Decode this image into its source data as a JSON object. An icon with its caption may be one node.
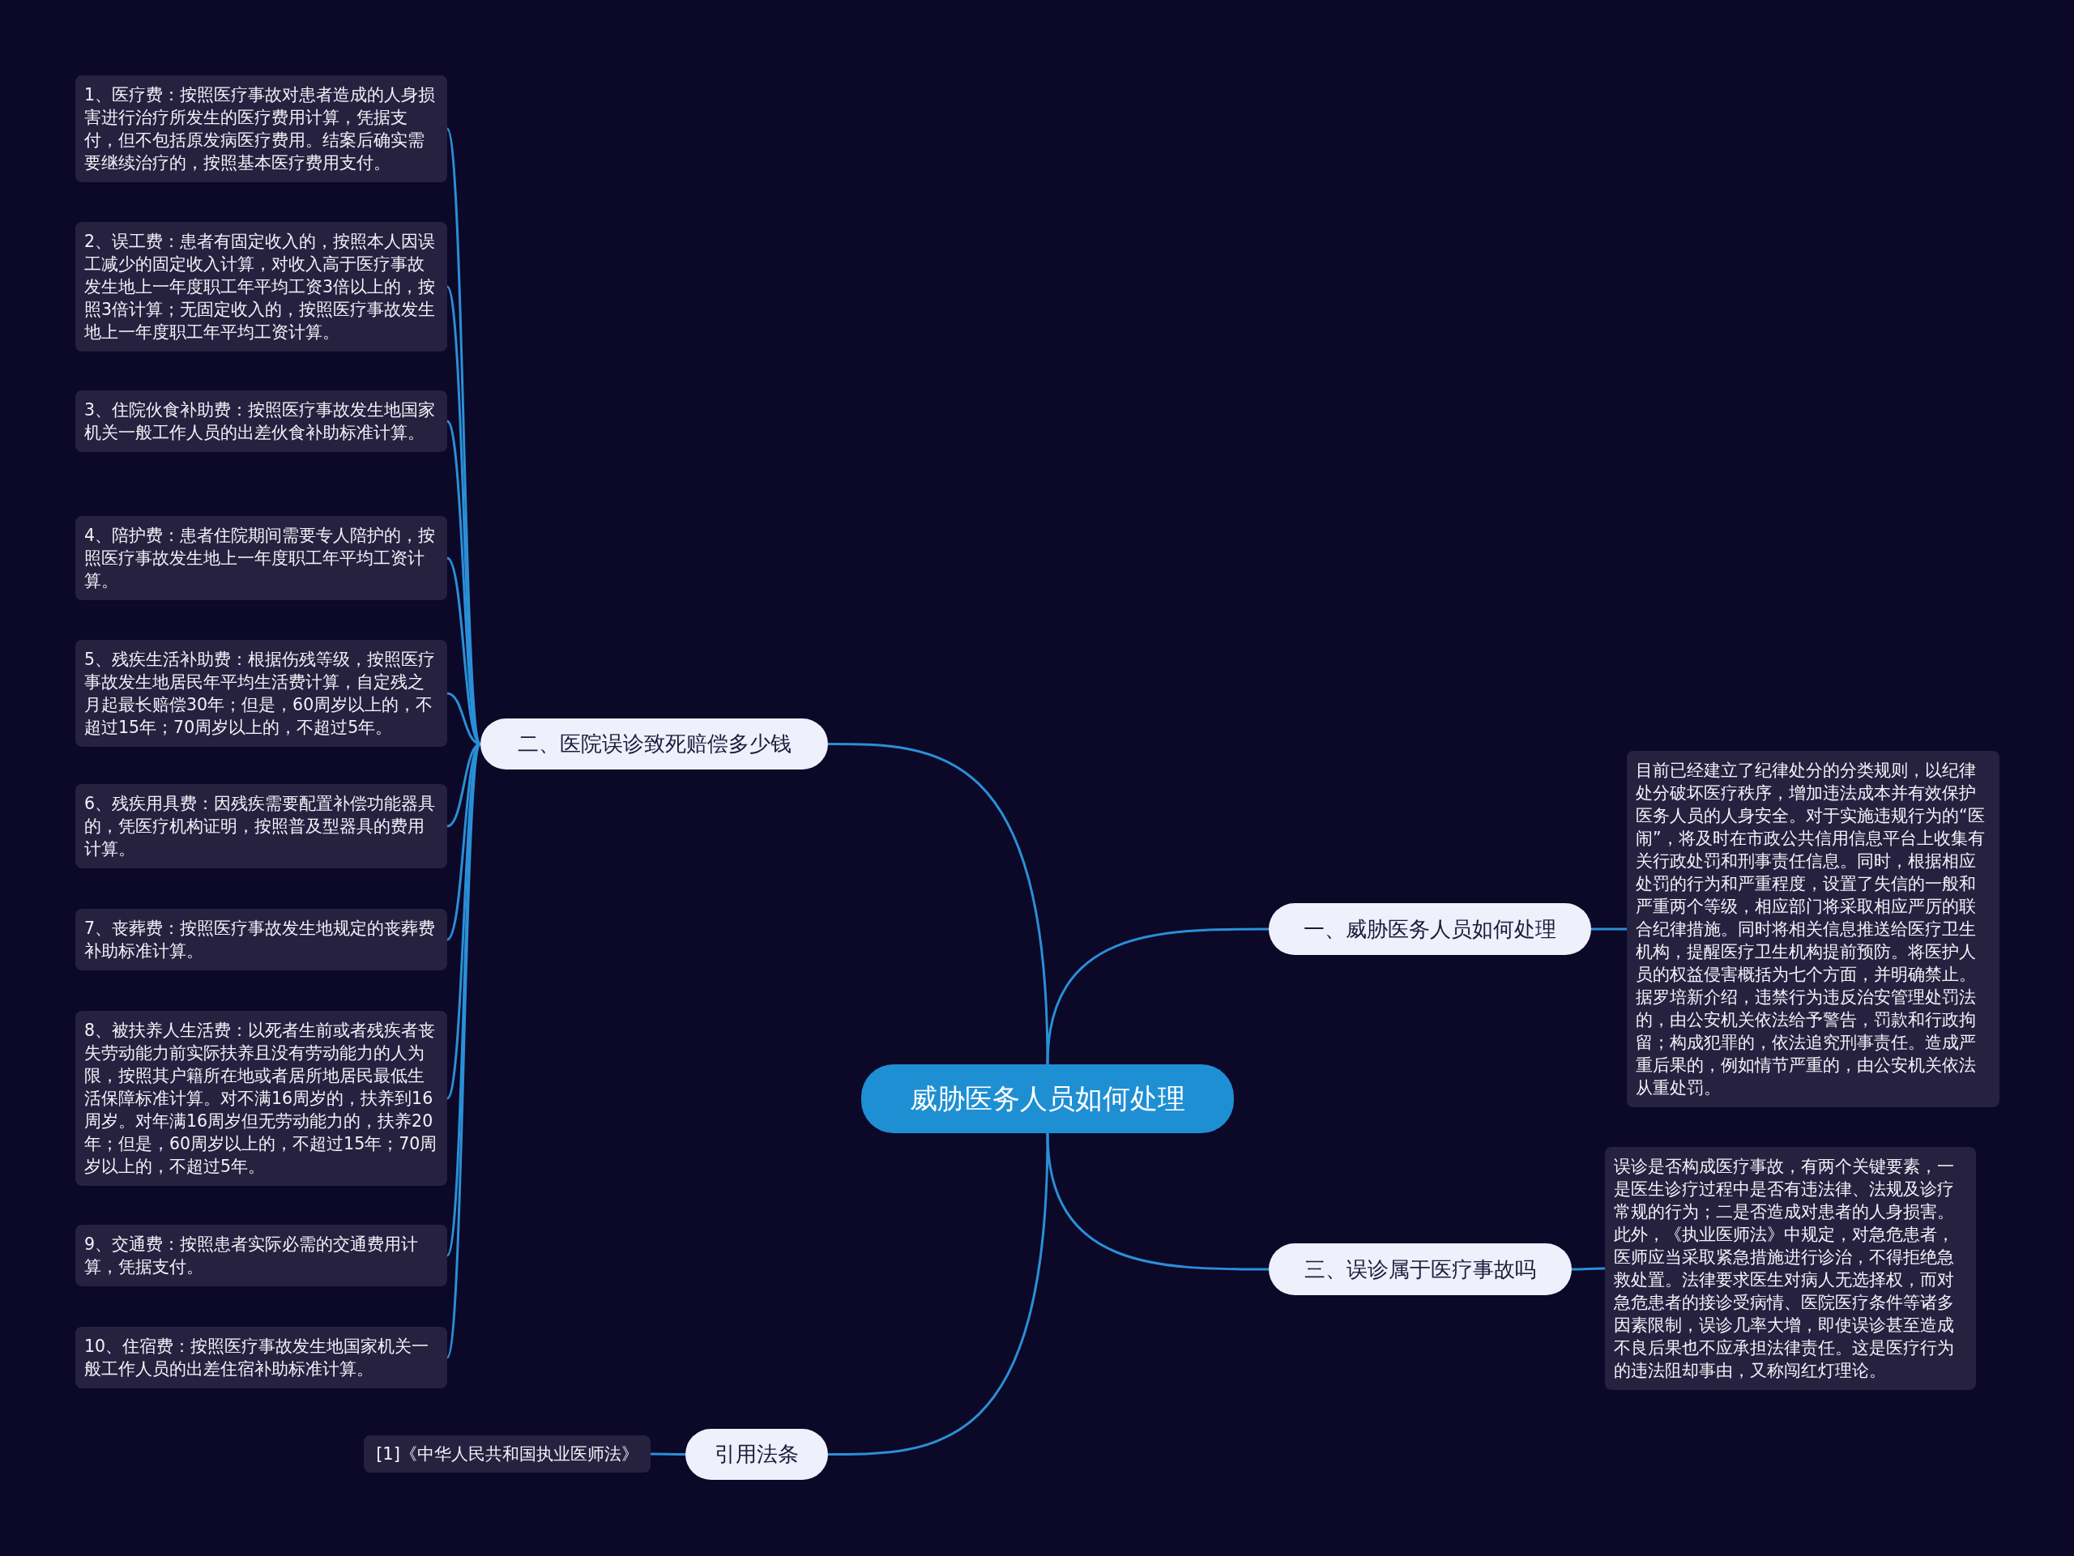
{
  "diagram": {
    "nodes": [
      {
        "text": [
          "威胁医务人员如何处理"
        ]
      },
      {
        "text": [
          "二、医院误诊致死赔偿多少钱"
        ]
      },
      {
        "text": [
          "1、医疗费：按照医疗事故对患者造成的人身损害进行治疗所发生的医疗费用计算，凭据支付，但不包括原发病医疗费用。结案后确实需要继续治疗的，按照基本医疗费用支付。"
        ]
      },
      {
        "text": [
          "2、误工费：患者有固定收入的，按照本人因误工减少的固定收入计算，对收入高于医疗事故发生地上一年度职工年平均工资3倍以上的，按照3倍计算；无固定收入的，按照医疗事故发生地上一年度职工年平均工资计算。"
        ]
      },
      {
        "text": [
          "3、住院伙食补助费：按照医疗事故发生地国家机关一般工作人员的出差伙食补助标准计算。"
        ]
      },
      {
        "text": [
          "4、陪护费：患者住院期间需要专人陪护的，按照医疗事故发生地上一年度职工年平均工资计算。"
        ]
      },
      {
        "text": [
          "5、残疾生活补助费：根据伤残等级，按照医疗事故发生地居民年平均生活费计算，自定残之月起最长赔偿30年；但是，60周岁以上的，不超过15年；70周岁以上的，不超过5年。"
        ]
      },
      {
        "text": [
          "6、残疾用具费：因残疾需要配置补偿功能器具的，凭医疗机构证明，按照普及型器具的费用计算。"
        ]
      },
      {
        "text": [
          "7、丧葬费：按照医疗事故发生地规定的丧葬费补助标准计算。"
        ]
      },
      {
        "text": [
          "8、被扶养人生活费：以死者生前或者残疾者丧失劳动能力前实际扶养且没有劳动能力的人为限，按照其户籍所在地或者居所地居民最低生活保障标准计算。对不满16周岁的，扶养到16周岁。对年满16周岁但无劳动能力的，扶养20年；但是，60周岁以上的，不超过15年；70周岁以上的，不超过5年。"
        ]
      },
      {
        "text": [
          "9、交通费：按照患者实际必需的交通费用计算，凭据支付。"
        ]
      },
      {
        "text": [
          "10、住宿费：按照医疗事故发生地国家机关一般工作人员的出差住宿补助标准计算。"
        ]
      },
      {
        "text": [
          "一、威胁医务人员如何处理"
        ]
      },
      {
        "text": [
          "目前已经建立了纪律处分的分类规则，以纪律处分破坏医疗秩序，增加违法成本并有效保护医务人员的人身安全。对于实施违规行为的“医闹”，将及时在市政公共信用信息平台上收集有关行政处罚和刑事责任信息。同时，根据相应处罚的行为和严重程度，设置了失信的一般和严重两个等级，相应部门将采取相应严厉的联合纪律措施。同时将相关信息推送给医疗卫生机构，提醒医疗卫生机构提前预防。将医护人员的权益侵害概括为七个方面，并明确禁止。据罗培新介绍，违禁行为违反治安管理处罚法的，由公安机关依法给予警告，罚款和行政拘留；构成犯罪的，依法追究刑事责任。造成严重后果的，例如情节严重的，由公安机关依法从重处罚。"
        ]
      },
      {
        "text": [
          "三、误诊属于医疗事故吗"
        ]
      },
      {
        "text": [
          "误诊是否构成医疗事故，有两个关键要素，一是医生诊疗过程中是否有违法律、法规及诊疗常规的行为；二是否造成对患者的人身损害。此外，《执业医师法》中规定，对急危患者，医师应当采取紧急措施进行诊治，不得拒绝急救处置。法律要求医生对病人无选择权，而对急危患者的接诊受病情、医院医疗条件等诸多因素限制，误诊几率大增，即使误诊甚至造成不良后果也不应承担法律责任。这是医疗行为的违法阻却事由，又称闯红灯理论。"
        ]
      },
      {
        "text": [
          "引用法条"
        ]
      },
      {
        "text": [
          "[1]《中华人民共和国执业医师法》"
        ]
      }
    ],
    "edges": [
      {
        "from": 0,
        "to": 1,
        "arrow": "none"
      },
      {
        "from": 1,
        "to": 2,
        "arrow": "none"
      },
      {
        "from": 1,
        "to": 3,
        "arrow": "none"
      },
      {
        "from": 1,
        "to": 4,
        "arrow": "none"
      },
      {
        "from": 1,
        "to": 5,
        "arrow": "none"
      },
      {
        "from": 1,
        "to": 6,
        "arrow": "none"
      },
      {
        "from": 1,
        "to": 7,
        "arrow": "none"
      },
      {
        "from": 1,
        "to": 8,
        "arrow": "none"
      },
      {
        "from": 1,
        "to": 9,
        "arrow": "none"
      },
      {
        "from": 1,
        "to": 10,
        "arrow": "none"
      },
      {
        "from": 1,
        "to": 11,
        "arrow": "none"
      },
      {
        "from": 0,
        "to": 12,
        "arrow": "none"
      },
      {
        "from": 12,
        "to": 13,
        "arrow": "none"
      },
      {
        "from": 0,
        "to": 14,
        "arrow": "none"
      },
      {
        "from": 14,
        "to": 15,
        "arrow": "none"
      },
      {
        "from": 0,
        "to": 16,
        "arrow": "none"
      },
      {
        "from": 16,
        "to": 17,
        "arrow": "none"
      }
    ]
  }
}
